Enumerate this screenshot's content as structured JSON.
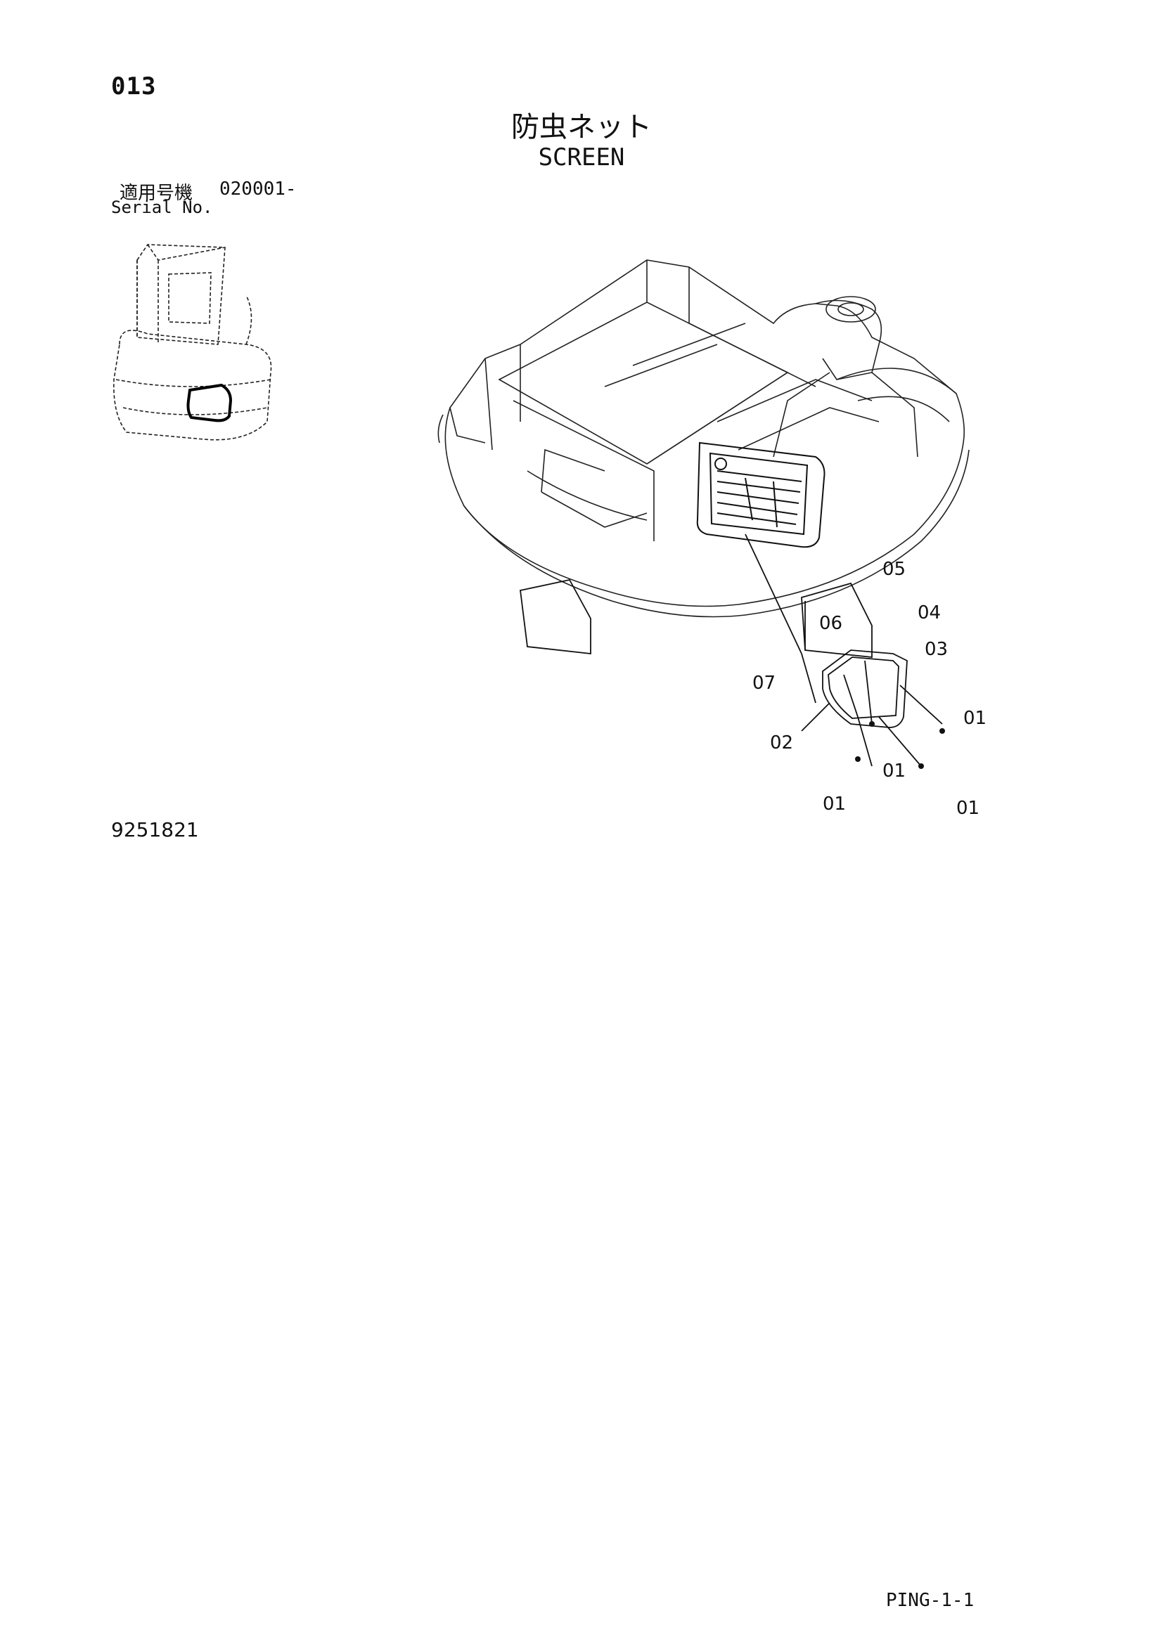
{
  "header": {
    "page_number": "013",
    "title_jp": "防虫ネット",
    "title_en": "SCREEN"
  },
  "serial": {
    "label_jp": "適用号機",
    "value": "020001-",
    "label_en": "Serial No."
  },
  "drawing_number": "9251821",
  "footer": {
    "page_code": "PING-1-1"
  },
  "callouts": [
    "05",
    "04",
    "06",
    "03",
    "07",
    "01",
    "02",
    "01",
    "01",
    "01"
  ]
}
